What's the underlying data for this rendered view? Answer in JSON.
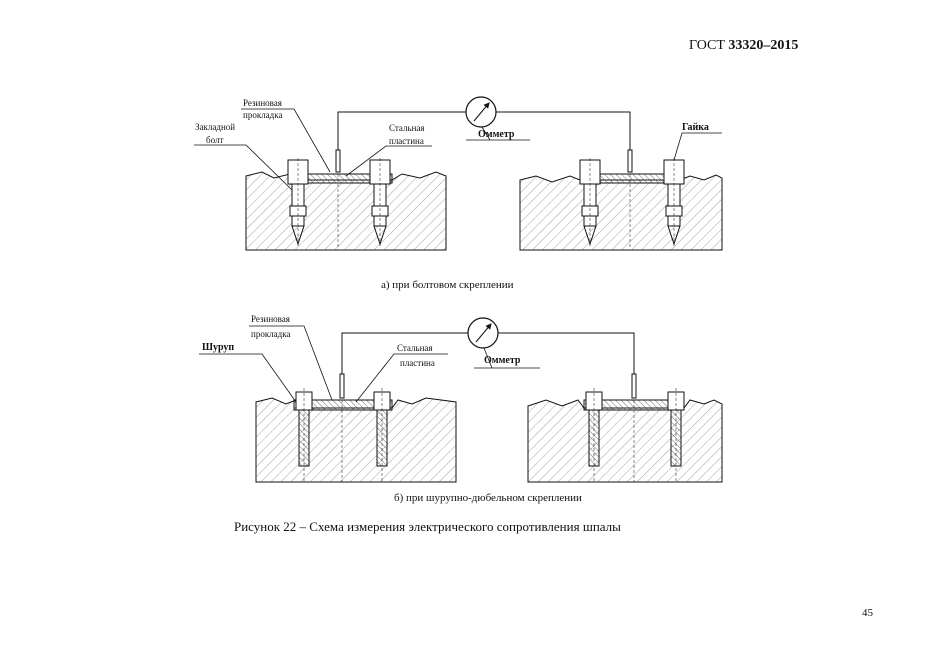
{
  "header": {
    "prefix": "ГОСТ",
    "number": "33320–2015"
  },
  "page_number": "45",
  "figure_caption": "Рисунок 22 – Схема измерения электрического сопротивления шпалы",
  "diagram_a": {
    "caption": "а) при болтовом скреплении",
    "labels": {
      "rubber_pad_1": "Резиновая",
      "rubber_pad_2": "прокладка",
      "anchor_bolt_1": "Закладной",
      "anchor_bolt_2": "болт",
      "steel_plate_1": "Стальная",
      "steel_plate_2": "пластина",
      "ohmmeter": "Омметр",
      "nut": "Гайка"
    }
  },
  "diagram_b": {
    "caption": "б) при шурупно-дюбельном скреплении",
    "labels": {
      "rubber_pad_1": "Резиновая",
      "rubber_pad_2": "прокладка",
      "screw": "Шуруп",
      "steel_plate_1": "Стальная",
      "steel_plate_2": "пластина",
      "ohmmeter": "Омметр"
    }
  }
}
